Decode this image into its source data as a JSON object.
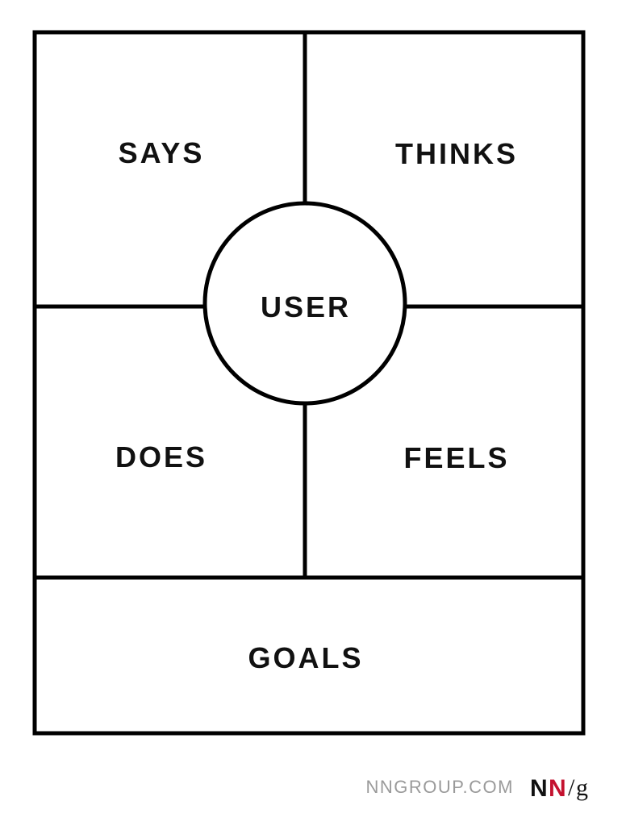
{
  "diagram": {
    "title": "",
    "sections": {
      "says": "SAYS",
      "thinks": "THINKS",
      "user": "USER",
      "does": "DOES",
      "feels": "FEELS",
      "goals": "GOALS"
    }
  },
  "footer": {
    "site": "NNGROUP.COM",
    "logo": {
      "n1": "N",
      "n2": "N",
      "slash": "/",
      "g": "g"
    }
  },
  "colors": {
    "line": "#000000",
    "text": "#111111",
    "footer_text": "#9a9a9a",
    "logo_dark": "#111111",
    "logo_red": "#c4122f",
    "background": "#ffffff"
  }
}
